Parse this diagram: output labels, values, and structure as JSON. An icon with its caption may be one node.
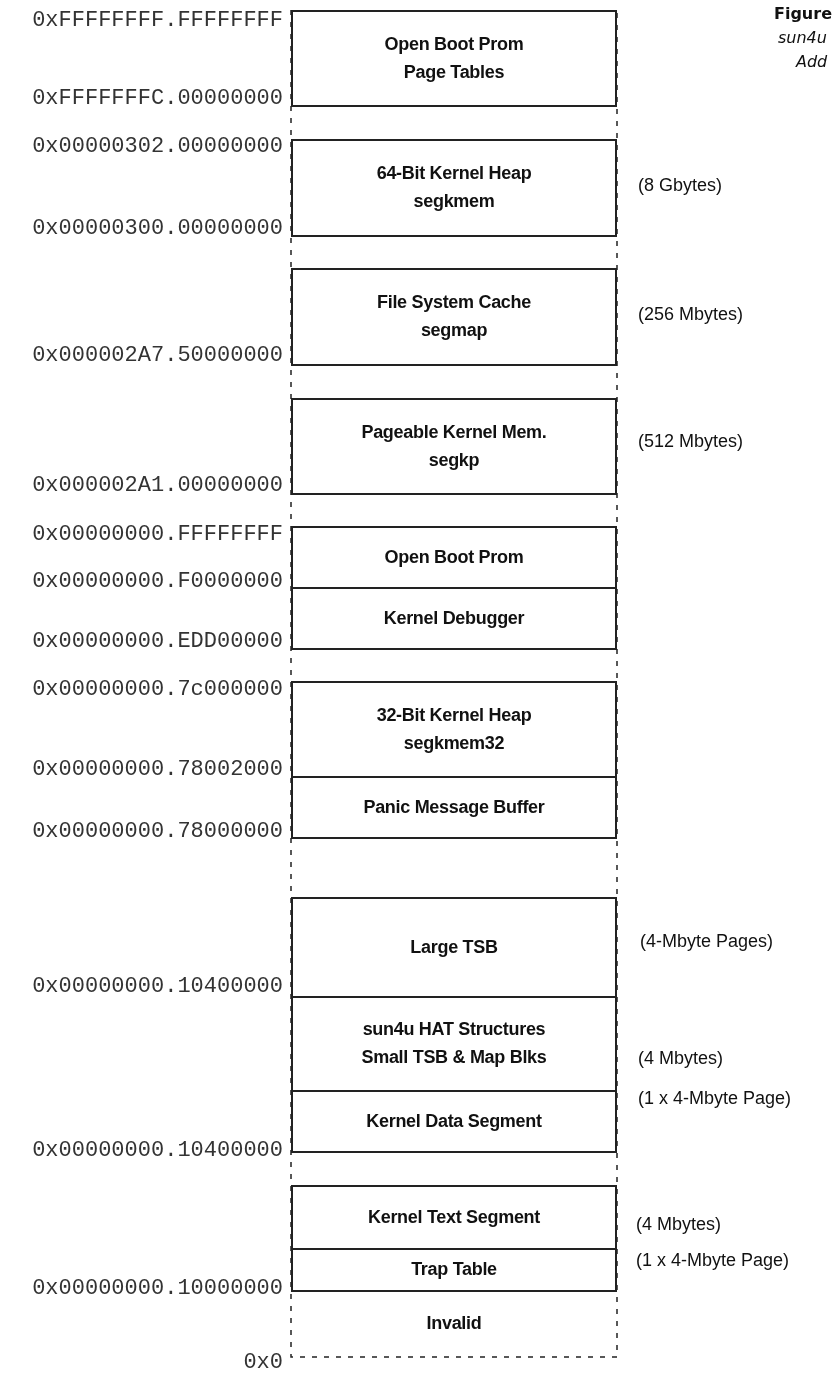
{
  "diagram": {
    "nodes": [
      {
        "text": [
          "Open Boot Prom Page Tables"
        ]
      },
      {
        "text": [
          "64-Bit Kernel Heap segkmem"
        ],
        "beside": [
          "(8 Gbytes)"
        ]
      },
      {
        "text": [
          "File System Cache segmap"
        ],
        "beside": [
          "(256 Mbytes)"
        ]
      },
      {
        "text": [
          "Pageable Kernel Mem. segkp"
        ],
        "beside": [
          "(512 Mbytes)"
        ]
      },
      {
        "text": [
          "Open Boot Prom"
        ]
      },
      {
        "text": [
          "Kernel Debugger"
        ]
      },
      {
        "text": [
          "32-Bit Kernel Heap segkmem32"
        ]
      },
      {
        "text": [
          "Panic Message Buffer"
        ]
      },
      {
        "text": [
          "Large TSB"
        ],
        "beside": [
          "(4-Mbyte Pages)"
        ]
      },
      {
        "text": [
          "sun4u HAT Structures Small TSB & Map Blks"
        ],
        "beside": [
          "(4 Mbytes)",
          "(1 x 4-Mbyte Page)"
        ]
      },
      {
        "text": [
          "Kernel Data Segment"
        ]
      },
      {
        "text": [
          "Kernel Text Segment"
        ],
        "beside": [
          "(4 Mbytes)",
          "(1 x 4-Mbyte Page)"
        ]
      },
      {
        "text": [
          "Trap Table"
        ]
      },
      {
        "text": [
          "Invalid"
        ]
      }
    ],
    "labels": [
      "Figure",
      "sun4u",
      "Add",
      "0xFFFFFFFF.FFFFFFFF",
      "0xFFFFFFFC.00000000",
      "0x00000302.00000000",
      "0x00000300.00000000",
      "0x000002A7.50000000",
      "0x000002A1.00000000",
      "0x00000000.FFFFFFFF",
      "0x00000000.F0000000",
      "0x00000000.EDD00000",
      "0x00000000.7c000000",
      "0x00000000.78002000",
      "0x00000000.78000000",
      "0x00000000.10400000",
      "0x00000000.10400000",
      "0x00000000.10000000",
      "0x0"
    ]
  }
}
